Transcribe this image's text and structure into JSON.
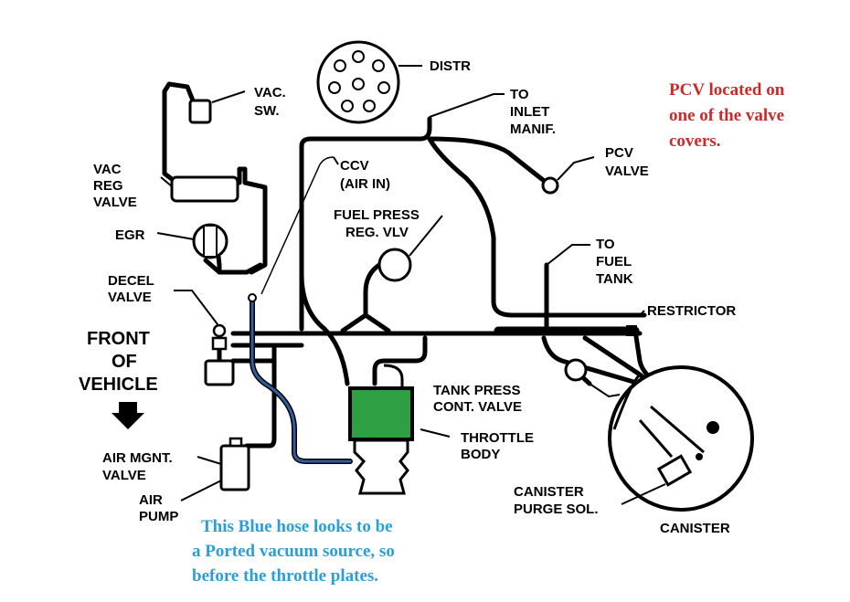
{
  "colors": {
    "hose": "#000000",
    "blue_hose": "#2f5d9e",
    "throttle_fill": "#2ea043",
    "red_note": "#cc2a2a",
    "blue_note": "#2a9fd6"
  },
  "labels": {
    "distr": "DISTR",
    "vac_sw": [
      "VAC.",
      "SW."
    ],
    "to_inlet_manif": [
      "TO",
      "INLET",
      "MANIF."
    ],
    "pcv_valve": [
      "PCV",
      "VALVE"
    ],
    "ccv": [
      "CCV",
      "(AIR IN)"
    ],
    "vac_reg_valve": [
      "VAC",
      "REG",
      "VALVE"
    ],
    "egr": "EGR",
    "fuel_press_reg": [
      "FUEL PRESS",
      "REG. VLV"
    ],
    "to_fuel_tank": [
      "TO",
      "FUEL",
      "TANK"
    ],
    "decel_valve": [
      "DECEL",
      "VALVE"
    ],
    "restrictor": "RESTRICTOR",
    "front_of_vehicle": [
      "FRONT",
      "OF",
      "VEHICLE"
    ],
    "tank_press": [
      "TANK PRESS",
      "CONT. VALVE"
    ],
    "throttle_body": [
      "THROTTLE",
      "BODY"
    ],
    "air_mgnt_valve": [
      "AIR MGNT.",
      "VALVE"
    ],
    "air_pump": [
      "AIR",
      "PUMP"
    ],
    "canister_purge": [
      "CANISTER",
      "PURGE SOL."
    ],
    "canister": "CANISTER"
  },
  "notes": {
    "pcv_note": [
      "PCV located on",
      "one of the valve",
      "covers."
    ],
    "blue_hose_note": [
      "This Blue hose looks to be",
      "a Ported vacuum source, so",
      "before the throttle plates."
    ]
  }
}
